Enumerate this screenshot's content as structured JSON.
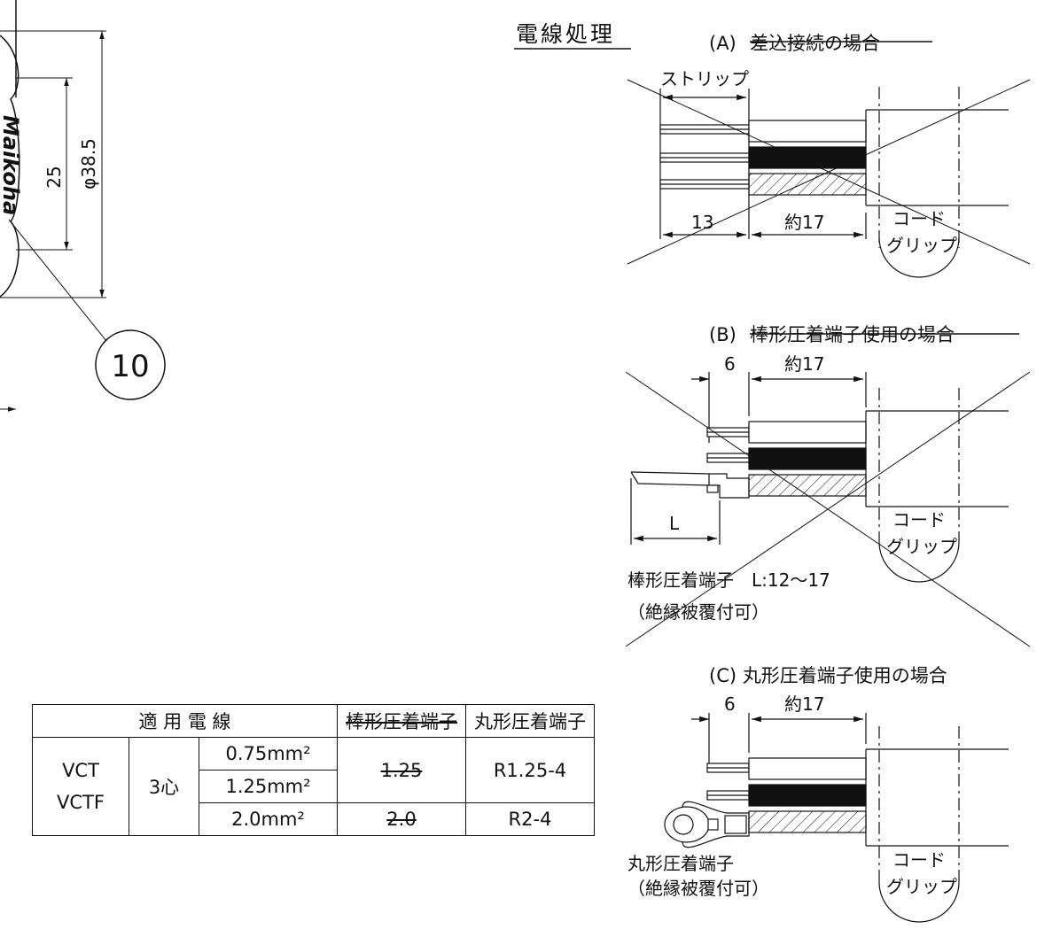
{
  "drawing": {
    "section_title": "電線処理",
    "callout_number": "10",
    "logo_text": "Maikoha",
    "dimensions": {
      "inner": "25",
      "outer": "φ38.5"
    }
  },
  "case_a": {
    "title_prefix": "(A)",
    "title_struck": "差込接続の場合",
    "strip_label": "ストリップ",
    "dim_strip": "13",
    "dim_sheath": "約17",
    "grip_line1": "コード",
    "grip_line2": "グリップ"
  },
  "case_b": {
    "title_prefix": "(B)",
    "title_struck": "棒形圧着端子使用の場合",
    "dim_strip": "6",
    "dim_sheath": "約17",
    "dim_terminal": "L",
    "grip_line1": "コード",
    "grip_line2": "グリップ",
    "terminal_name": "棒形圧着端子　L:12～17",
    "terminal_note": "（絶縁被覆付可）"
  },
  "case_c": {
    "title": "(C) 丸形圧着端子使用の場合",
    "dim_strip": "6",
    "dim_sheath": "約17",
    "grip_line1": "コード",
    "grip_line2": "グリップ",
    "terminal_name": "丸形圧着端子",
    "terminal_note": "（絶縁被覆付可）"
  },
  "table": {
    "headers": [
      "適 用 電 線",
      "棒形圧着端子",
      "丸形圧着端子"
    ],
    "cable_types": [
      "VCT",
      "VCTF"
    ],
    "cores": "3心",
    "rows": [
      {
        "size": "0.75mm²",
        "rod": "1.25",
        "ring": "R1.25-4"
      },
      {
        "size": "1.25mm²",
        "rod": "1.25",
        "ring": "R1.25-4"
      },
      {
        "size": "2.0mm²",
        "rod": "2.0",
        "ring": "R2-4"
      }
    ]
  }
}
